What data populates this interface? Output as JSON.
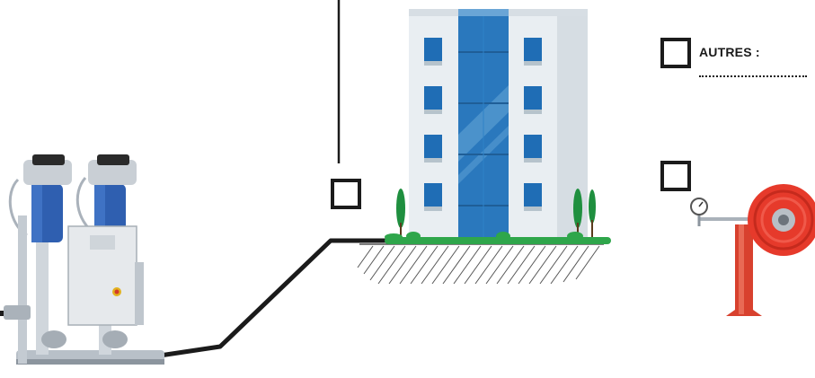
{
  "autres": {
    "label": "AUTRES :"
  },
  "colors": {
    "pipe": "#1b1b1b",
    "building_glass": "#2a78bd",
    "building_wall": "#e8eef2",
    "grass": "#2fa64b",
    "hose_reel": "#e63a2b",
    "pump_blue": "#2f5fb0"
  },
  "icons": [
    "booster-pump-set",
    "apartment-building",
    "fire-hose-reel"
  ]
}
